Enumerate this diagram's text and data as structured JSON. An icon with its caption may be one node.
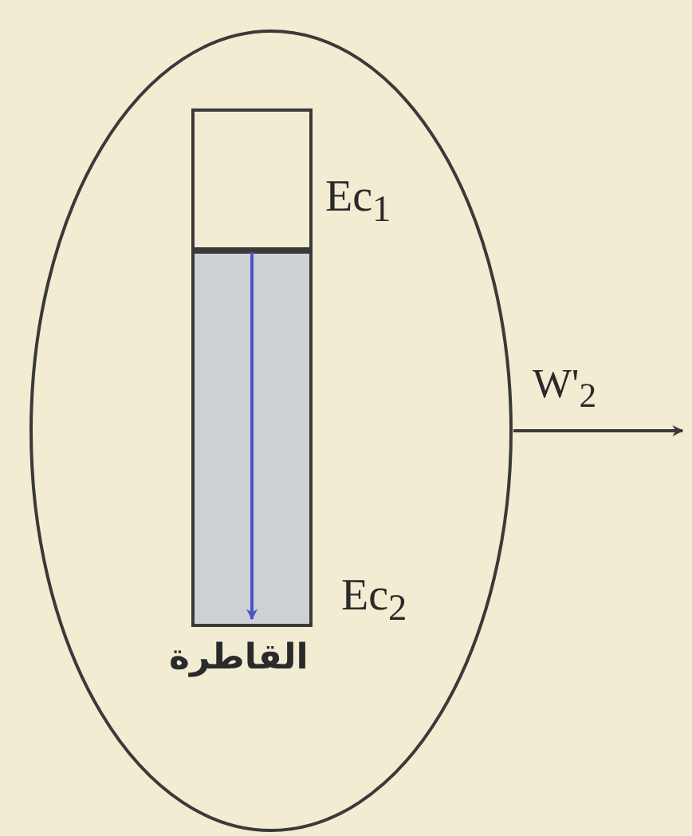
{
  "diagram": {
    "nodes": [
      {
        "text": [
          "القاطرة"
        ]
      },
      {
        "text": [],
        "shape": "box",
        "in": 0,
        "beside": [
          "Ec$_{1}$"
        ]
      },
      {
        "text": [],
        "shape": "box",
        "in": 0,
        "beside": [
          "Ec$_{2}$"
        ]
      }
    ],
    "edges": [
      {
        "from": 1,
        "to": 2,
        "arrow": "to",
        "color": "#4a55c8"
      },
      {
        "from": 0,
        "to": null,
        "arrow": "to",
        "label": "W'$_{2}$",
        "color": "#3a3a3a"
      }
    ]
  }
}
